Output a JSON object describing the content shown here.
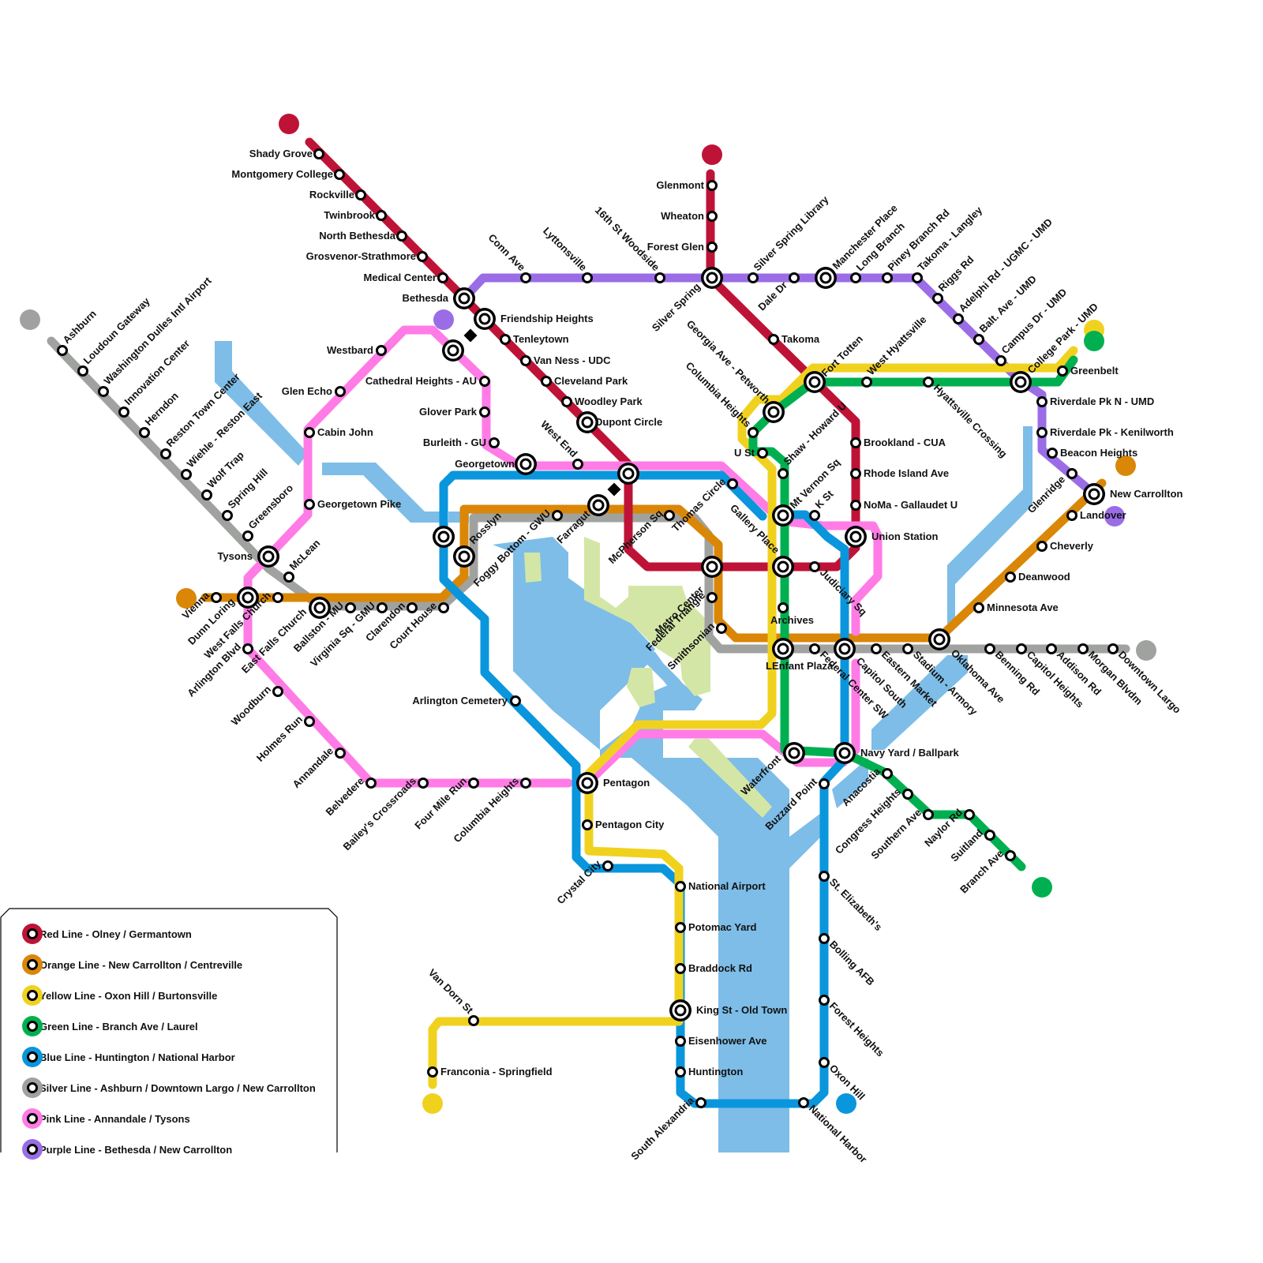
{
  "colors": {
    "red": "#BE1337",
    "orange": "#DA8707",
    "yellow": "#F0D21E",
    "green": "#00B050",
    "blue": "#0A96DC",
    "silver": "#A0A2A0",
    "pink": "#FF7BE6",
    "purple": "#9A6DE6",
    "water": "#7DBDE8",
    "park": "#D4E6A6"
  },
  "legend": [
    {
      "color": "red",
      "label": "Red Line - Olney / Germantown"
    },
    {
      "color": "orange",
      "label": "Orange Line - New Carrollton / Centreville"
    },
    {
      "color": "yellow",
      "label": "Yellow Line - Oxon Hill / Burtonsville"
    },
    {
      "color": "green",
      "label": "Green Line - Branch Ave / Laurel"
    },
    {
      "color": "blue",
      "label": "Blue Line - Huntington / National Harbor"
    },
    {
      "color": "silver",
      "label": "Silver Line - Ashburn / Downtown Largo / New Carrollton"
    },
    {
      "color": "pink",
      "label": "Pink Line - Annandale / Tysons"
    },
    {
      "color": "purple",
      "label": "Purple Line - Bethesda / New Carrollton"
    }
  ],
  "stations": [
    {
      "name": "Shady Grove",
      "icon": "station-icon"
    },
    {
      "name": "Montgomery College",
      "icon": "station-icon"
    },
    {
      "name": "Rockville",
      "icon": "station-icon"
    },
    {
      "name": "Twinbrook",
      "icon": "station-icon"
    },
    {
      "name": "North Bethesda",
      "icon": "station-icon"
    },
    {
      "name": "Grosvenor-Strathmore",
      "icon": "station-icon"
    },
    {
      "name": "Medical Center",
      "icon": "station-icon"
    },
    {
      "name": "Bethesda",
      "icon": "interchange-icon"
    },
    {
      "name": "Friendship Heights",
      "icon": "interchange-icon"
    },
    {
      "name": "Tenleytown",
      "icon": "station-icon"
    },
    {
      "name": "Van Ness - UDC",
      "icon": "station-icon"
    },
    {
      "name": "Cleveland Park",
      "icon": "station-icon"
    },
    {
      "name": "Woodley Park",
      "icon": "station-icon"
    },
    {
      "name": "Dupont Circle",
      "icon": "interchange-icon"
    },
    {
      "name": "Farragut",
      "icon": "interchange-icon"
    },
    {
      "name": "McPherson Sq",
      "icon": "station-icon"
    },
    {
      "name": "Metro Center",
      "icon": "interchange-icon"
    },
    {
      "name": "Gallery Place",
      "icon": "interchange-icon"
    },
    {
      "name": "Judiciary Sq",
      "icon": "station-icon"
    },
    {
      "name": "Union Station",
      "icon": "interchange-icon"
    },
    {
      "name": "NoMa - Gallaudet U",
      "icon": "station-icon"
    },
    {
      "name": "Rhode Island Ave",
      "icon": "station-icon"
    },
    {
      "name": "Brookland - CUA",
      "icon": "station-icon"
    },
    {
      "name": "Fort Totten",
      "icon": "interchange-icon"
    },
    {
      "name": "Takoma",
      "icon": "station-icon"
    },
    {
      "name": "Silver Spring",
      "icon": "interchange-icon"
    },
    {
      "name": "Forest Glen",
      "icon": "station-icon"
    },
    {
      "name": "Wheaton",
      "icon": "station-icon"
    },
    {
      "name": "Glenmont",
      "icon": "station-icon"
    },
    {
      "name": "Conn Ave",
      "icon": "station-icon"
    },
    {
      "name": "Lyttonsville",
      "icon": "station-icon"
    },
    {
      "name": "16th St Woodside",
      "icon": "station-icon"
    },
    {
      "name": "Silver Spring Library",
      "icon": "station-icon"
    },
    {
      "name": "Dale Dr",
      "icon": "station-icon"
    },
    {
      "name": "Manchester Place",
      "icon": "interchange-icon"
    },
    {
      "name": "Long Branch",
      "icon": "station-icon"
    },
    {
      "name": "Piney Branch Rd",
      "icon": "station-icon"
    },
    {
      "name": "Takoma - Langley",
      "icon": "station-icon"
    },
    {
      "name": "Riggs Rd",
      "icon": "station-icon"
    },
    {
      "name": "Adelphi Rd - UGMC - UMD",
      "icon": "station-icon"
    },
    {
      "name": "Balt. Ave - UMD",
      "icon": "station-icon"
    },
    {
      "name": "Campus Dr - UMD",
      "icon": "station-icon"
    },
    {
      "name": "College Park - UMD",
      "icon": "interchange-icon"
    },
    {
      "name": "Greenbelt",
      "icon": "station-icon"
    },
    {
      "name": "West Hyattsville",
      "icon": "station-icon"
    },
    {
      "name": "Hyattsville Crossing",
      "icon": "station-icon"
    },
    {
      "name": "Riverdale Pk N - UMD",
      "icon": "station-icon"
    },
    {
      "name": "Riverdale Pk - Kenilworth",
      "icon": "station-icon"
    },
    {
      "name": "Beacon Heights",
      "icon": "station-icon"
    },
    {
      "name": "Glenridge",
      "icon": "station-icon"
    },
    {
      "name": "New Carrollton",
      "icon": "interchange-icon"
    },
    {
      "name": "Landover",
      "icon": "station-icon"
    },
    {
      "name": "Cheverly",
      "icon": "station-icon"
    },
    {
      "name": "Deanwood",
      "icon": "station-icon"
    },
    {
      "name": "Minnesota Ave",
      "icon": "station-icon"
    },
    {
      "name": "Oklahoma Ave",
      "icon": "interchange-icon"
    },
    {
      "name": "Benning Rd",
      "icon": "station-icon"
    },
    {
      "name": "Capitol Heights",
      "icon": "station-icon"
    },
    {
      "name": "Addison Rd",
      "icon": "station-icon"
    },
    {
      "name": "Morgan Blvdm",
      "icon": "station-icon"
    },
    {
      "name": "Downtown Largo",
      "icon": "station-icon"
    },
    {
      "name": "Stadium - Armory",
      "icon": "station-icon"
    },
    {
      "name": "Eastern Market",
      "icon": "station-icon"
    },
    {
      "name": "Capitol South",
      "icon": "interchange-icon"
    },
    {
      "name": "Federal Center SW",
      "icon": "station-icon"
    },
    {
      "name": "LEnfant Plaza",
      "icon": "interchange-icon"
    },
    {
      "name": "Archives",
      "icon": "station-icon"
    },
    {
      "name": "Mt Vernon Sq",
      "icon": "interchange-icon"
    },
    {
      "name": "K St",
      "icon": "station-icon"
    },
    {
      "name": "Shaw - Howard U",
      "icon": "station-icon"
    },
    {
      "name": "U St",
      "icon": "station-icon"
    },
    {
      "name": "Columbia Heights",
      "icon": "station-icon"
    },
    {
      "name": "Georgia Ave - Petworth",
      "icon": "interchange-icon"
    },
    {
      "name": "Smithsonian",
      "icon": "station-icon"
    },
    {
      "name": "Federal Triangle",
      "icon": "station-icon"
    },
    {
      "name": "Thomas Circle",
      "icon": "station-icon"
    },
    {
      "name": "West End",
      "icon": "station-icon"
    },
    {
      "name": "Georgetown",
      "icon": "interchange-icon"
    },
    {
      "name": "Burleith - GU",
      "icon": "station-icon"
    },
    {
      "name": "Glover Park",
      "icon": "station-icon"
    },
    {
      "name": "Cathedral Heights - AU",
      "icon": "station-icon"
    },
    {
      "name": "Westbard",
      "icon": "station-icon"
    },
    {
      "name": "Glen Echo",
      "icon": "station-icon"
    },
    {
      "name": "Cabin John",
      "icon": "station-icon"
    },
    {
      "name": "Georgetown Pike",
      "icon": "station-icon"
    },
    {
      "name": "Tysons",
      "icon": "interchange-icon"
    },
    {
      "name": "Rosslyn",
      "icon": "interchange-icon"
    },
    {
      "name": "Foggy Bottom - GWU",
      "icon": "station-icon"
    },
    {
      "name": "Court House",
      "icon": "station-icon"
    },
    {
      "name": "Clarendon",
      "icon": "station-icon"
    },
    {
      "name": "Virginia Sq - GMU",
      "icon": "station-icon"
    },
    {
      "name": "Ballston - MU",
      "icon": "station-icon"
    },
    {
      "name": "East Falls Church",
      "icon": "interchange-icon"
    },
    {
      "name": "West Falls Church",
      "icon": "station-icon"
    },
    {
      "name": "Dunn Loring",
      "icon": "interchange-icon"
    },
    {
      "name": "Vienna",
      "icon": "station-icon"
    },
    {
      "name": "McLean",
      "icon": "station-icon"
    },
    {
      "name": "Greensboro",
      "icon": "station-icon"
    },
    {
      "name": "Spring Hill",
      "icon": "station-icon"
    },
    {
      "name": "Wolf Trap",
      "icon": "station-icon"
    },
    {
      "name": "Wiehle - Reston East",
      "icon": "station-icon"
    },
    {
      "name": "Reston Town Center",
      "icon": "station-icon"
    },
    {
      "name": "Herndon",
      "icon": "station-icon"
    },
    {
      "name": "Innovation Center",
      "icon": "station-icon"
    },
    {
      "name": "Washington Dulles Intl Airport",
      "icon": "station-icon"
    },
    {
      "name": "Loudoun Gateway",
      "icon": "station-icon"
    },
    {
      "name": "Ashburn",
      "icon": "station-icon"
    },
    {
      "name": "Arlington Blvd",
      "icon": "station-icon"
    },
    {
      "name": "Woodburn",
      "icon": "station-icon"
    },
    {
      "name": "Holmes Run",
      "icon": "station-icon"
    },
    {
      "name": "Annandale",
      "icon": "station-icon"
    },
    {
      "name": "Belvedere",
      "icon": "station-icon"
    },
    {
      "name": "Bailey's Crossroads",
      "icon": "station-icon"
    },
    {
      "name": "Four Mile Run",
      "icon": "station-icon"
    },
    {
      "name": "Columbia Heights",
      "icon": "station-icon"
    },
    {
      "name": "Arlington Cemetery",
      "icon": "station-icon"
    },
    {
      "name": "Pentagon",
      "icon": "interchange-icon"
    },
    {
      "name": "Pentagon City",
      "icon": "station-icon"
    },
    {
      "name": "Crystal City",
      "icon": "station-icon"
    },
    {
      "name": "National Airport",
      "icon": "station-icon"
    },
    {
      "name": "Potomac Yard",
      "icon": "station-icon"
    },
    {
      "name": "Braddock Rd",
      "icon": "station-icon"
    },
    {
      "name": "King St - Old Town",
      "icon": "interchange-icon"
    },
    {
      "name": "Eisenhower Ave",
      "icon": "station-icon"
    },
    {
      "name": "Huntington",
      "icon": "station-icon"
    },
    {
      "name": "Van Dorn St",
      "icon": "station-icon"
    },
    {
      "name": "Franconia - Springfield",
      "icon": "station-icon"
    },
    {
      "name": "South Alexandria",
      "icon": "station-icon"
    },
    {
      "name": "National Harbor",
      "icon": "station-icon"
    },
    {
      "name": "Oxon Hill",
      "icon": "station-icon"
    },
    {
      "name": "Forest Heights",
      "icon": "station-icon"
    },
    {
      "name": "Bolling AFB",
      "icon": "station-icon"
    },
    {
      "name": "St. Elizabeth's",
      "icon": "station-icon"
    },
    {
      "name": "Buzzard Point",
      "icon": "station-icon"
    },
    {
      "name": "Waterfront",
      "icon": "interchange-icon"
    },
    {
      "name": "Navy Yard / Ballpark",
      "icon": "interchange-icon"
    },
    {
      "name": "Anacostia",
      "icon": "station-icon"
    },
    {
      "name": "Congress Heights",
      "icon": "station-icon"
    },
    {
      "name": "Southern Ave",
      "icon": "station-icon"
    },
    {
      "name": "Naylor Rd",
      "icon": "station-icon"
    },
    {
      "name": "Suitland",
      "icon": "station-icon"
    },
    {
      "name": "Branch Ave",
      "icon": "station-icon"
    }
  ]
}
